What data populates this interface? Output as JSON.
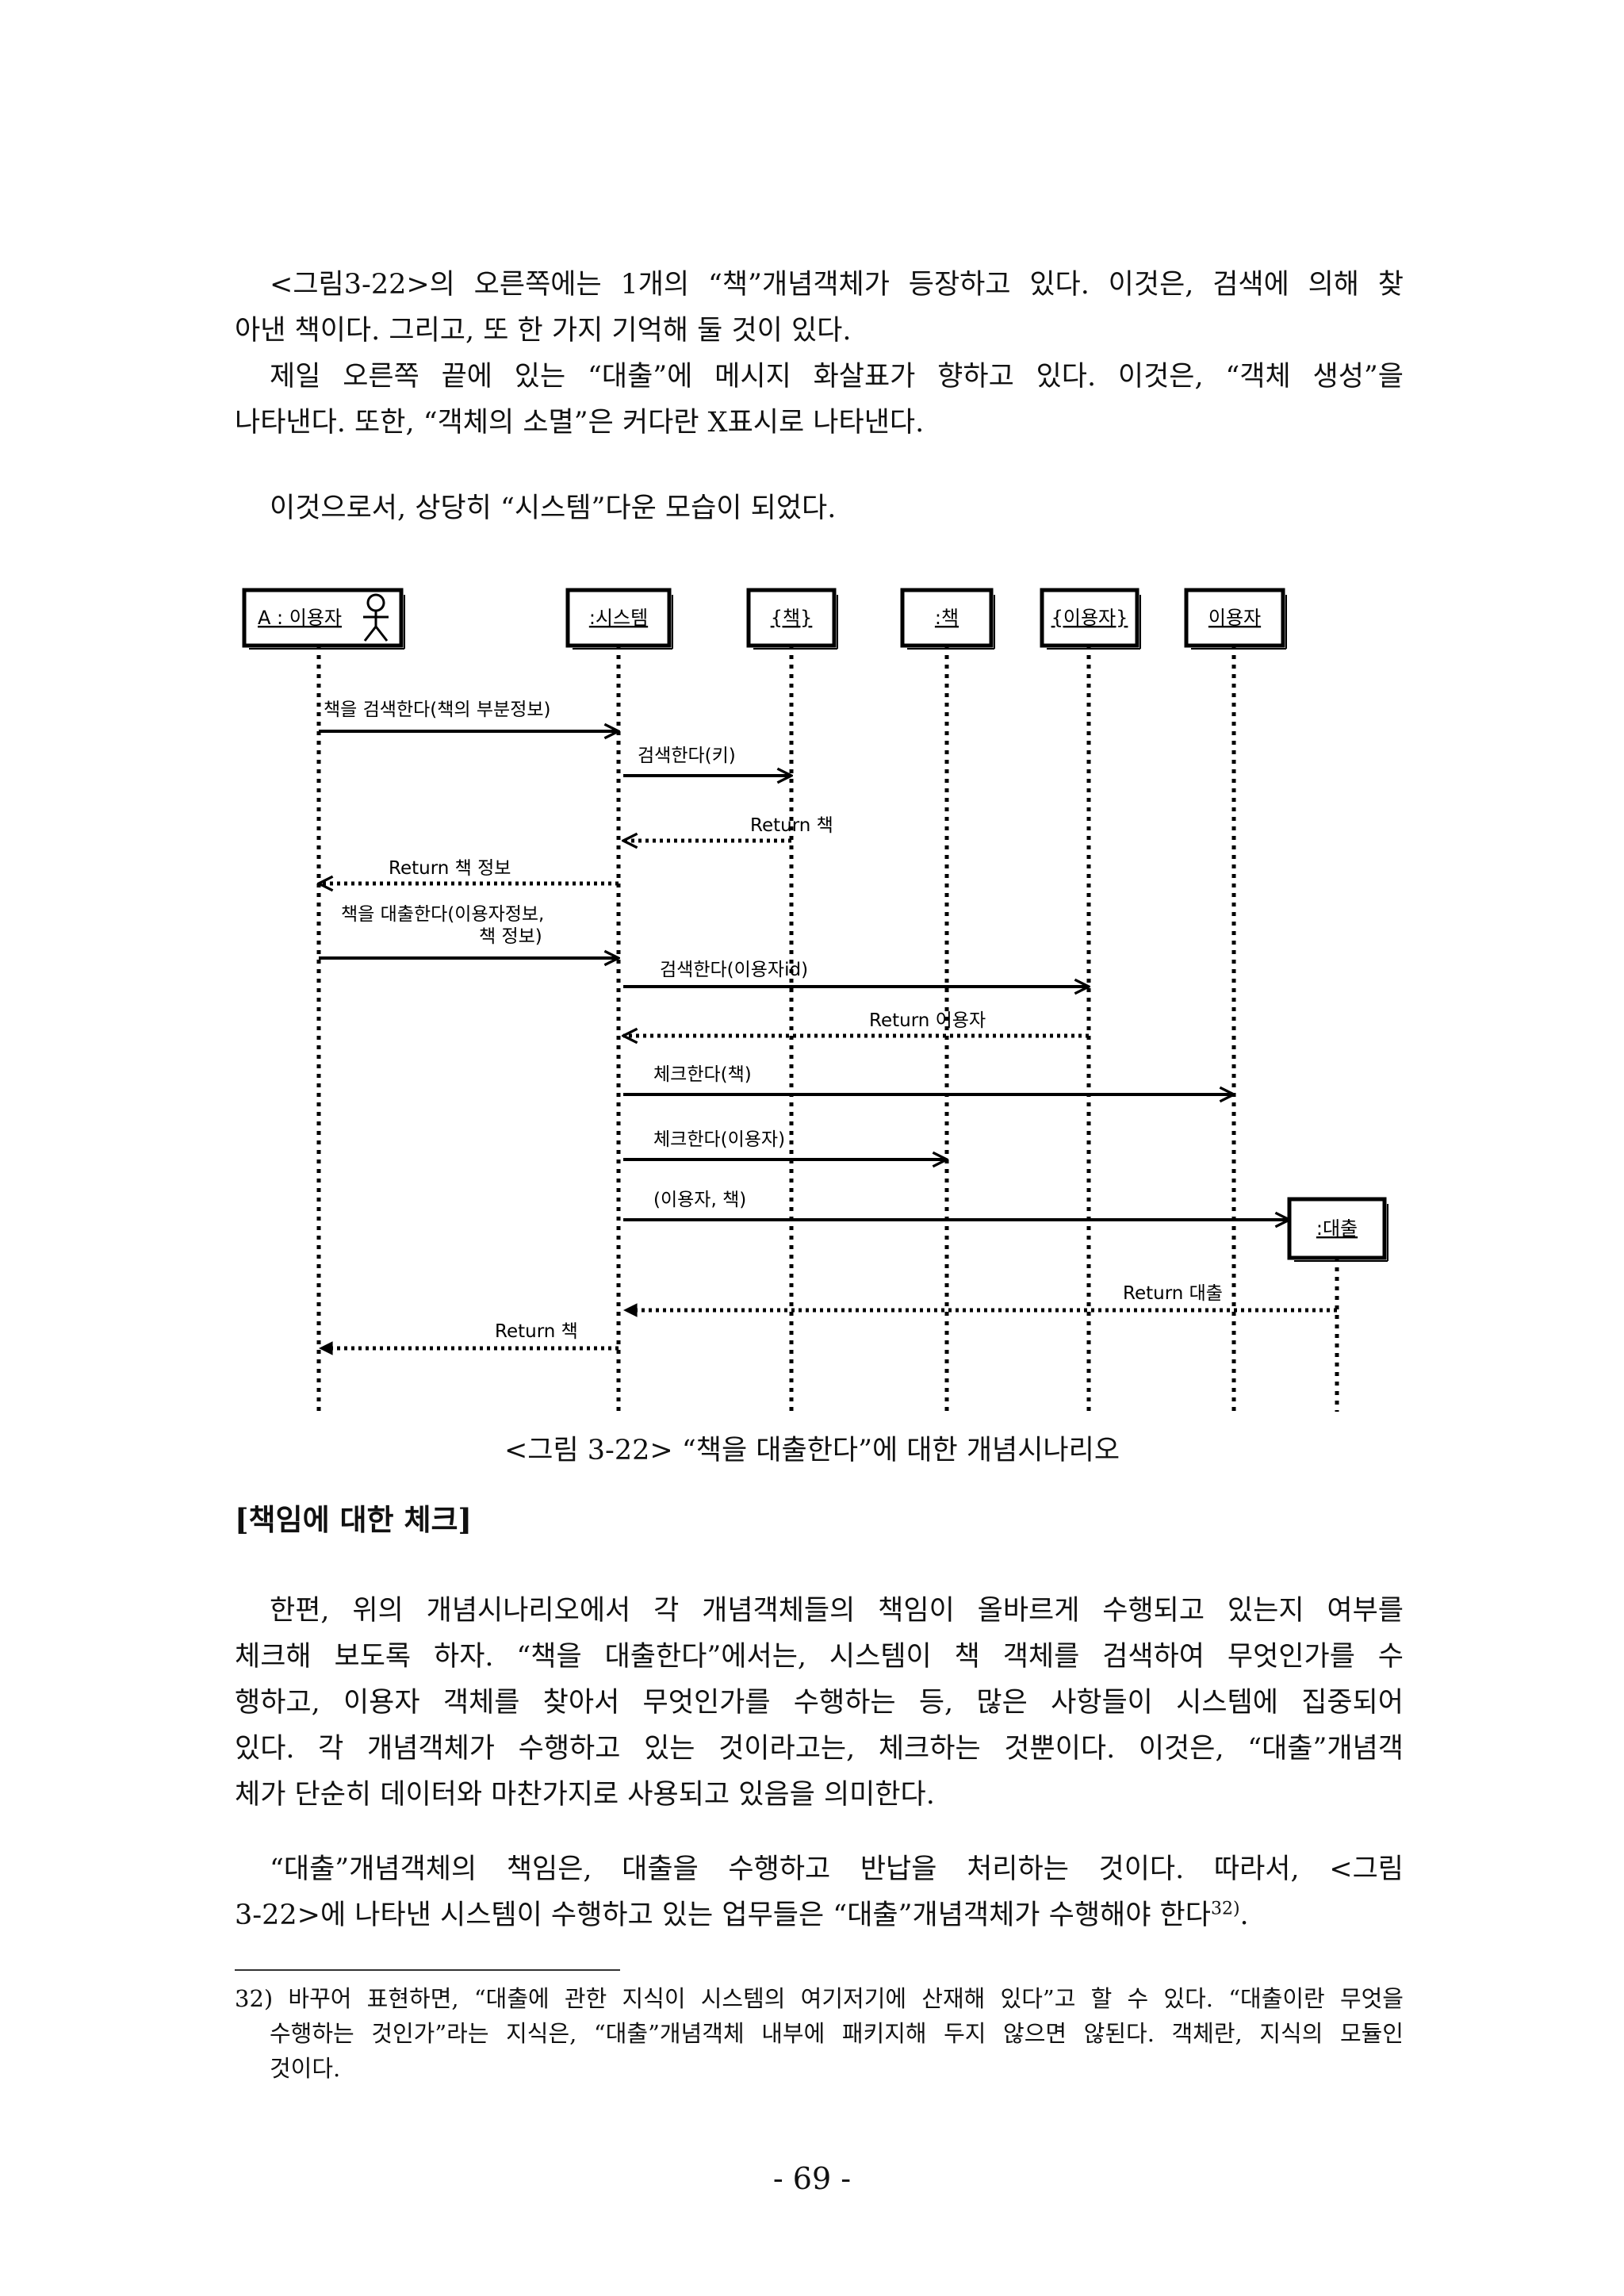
{
  "body": {
    "para1": [
      "<그림3-22>의 오른쪽에는 1개의 “책”개념객체가 등장하고 있다. 이것은, 검색에 의해 찾",
      "아낸 책이다. 그리고, 또 한 가지 기억해 둘 것이 있다."
    ],
    "para2": [
      "제일 오른쪽 끝에 있는 “대출”에 메시지 화살표가 향하고 있다. 이것은, “객체 생성”을",
      "나타낸다. 또한, “객체의 소멸”은 커다란 X표시로 나타낸다."
    ],
    "para3": "이것으로서, 상당히 “시스템”다운 모습이 되었다.",
    "para4": [
      "한편, 위의 개념시나리오에서 각 개념객체들의 책임이 올바르게 수행되고 있는지 여부를",
      "체크해 보도록 하자. “책을 대출한다”에서는, 시스템이 책 객체를 검색하여 무엇인가를 수",
      "행하고, 이용자 객체를 찾아서 무엇인가를 수행하는 등, 많은 사항들이 시스템에 집중되어",
      "있다. 각 개념객체가 수행하고 있는 것이라고는, 체크하는 것뿐이다. 이것은, “대출”개념객",
      "체가 단순히 데이터와 마찬가지로 사용되고 있음을 의미한다."
    ],
    "para5": [
      "“대출”개념객체의 책임은, 대출을 수행하고 반납을 처리하는 것이다. 따라서, <그림",
      "3-22>에 나타낸 시스템이 수행하고 있는 업무들은 “대출”개념객체가 수행해야 한다"
    ],
    "para5_sup": "32)",
    "para5_end": "."
  },
  "figure": {
    "caption": "<그림 3-22> “책을 대출한다”에 대한 개념시나리오",
    "objects": [
      {
        "id": "user",
        "label": "A : 이용자",
        "actor": true
      },
      {
        "id": "system",
        "label": ":시스템"
      },
      {
        "id": "bookset",
        "label": "{책}"
      },
      {
        "id": "book",
        "label": ":책"
      },
      {
        "id": "userset",
        "label": "{이용자}"
      },
      {
        "id": "userobj",
        "label": "이용자"
      },
      {
        "id": "loan",
        "label": ":대출"
      }
    ],
    "messages": [
      {
        "from": "user",
        "to": "system",
        "label": [
          "책을 검색한다(책의 부분정보)"
        ],
        "style": "solid"
      },
      {
        "from": "system",
        "to": "bookset",
        "label": [
          "검색한다(키)"
        ],
        "style": "solid"
      },
      {
        "from": "bookset",
        "to": "system",
        "label": [
          "Return 책"
        ],
        "style": "dotted"
      },
      {
        "from": "system",
        "to": "user",
        "label": [
          "Return 책 정보"
        ],
        "style": "dotted"
      },
      {
        "from": "user",
        "to": "system",
        "label": [
          "책을 대출한다(이용자정보,",
          "책 정보)"
        ],
        "style": "solid"
      },
      {
        "from": "system",
        "to": "userset",
        "label": [
          "검색한다(이용자id)"
        ],
        "style": "solid"
      },
      {
        "from": "userset",
        "to": "system",
        "label": [
          "Return 이용자"
        ],
        "style": "dotted"
      },
      {
        "from": "system",
        "to": "userobj",
        "label": [
          "체크한다(책)"
        ],
        "style": "solid"
      },
      {
        "from": "system",
        "to": "book",
        "label": [
          "체크한다(이용자)"
        ],
        "style": "solid"
      },
      {
        "from": "system",
        "to": "loan",
        "label": [
          "(이용자, 책)"
        ],
        "style": "solid"
      },
      {
        "from": "loan",
        "to": "system",
        "label": [
          "Return 대출"
        ],
        "style": "dotted"
      },
      {
        "from": "system",
        "to": "user",
        "label": [
          "Return 책"
        ],
        "style": "dotted"
      }
    ]
  },
  "section": {
    "heading": "[책임에 대한 체크]"
  },
  "footnote": {
    "lines": [
      "32) 바꾸어 표현하면, “대출에 관한 지식이 시스템의 여기저기에 산재해 있다”고 할 수 있다. “대출이란 무엇을",
      "수행하는 것인가”라는 지식은, “대출”개념객체 내부에 패키지해 두지 않으면 않된다. 객체란, 지식의 모듈인",
      "것이다."
    ]
  },
  "page": {
    "number": "- 69 -"
  }
}
